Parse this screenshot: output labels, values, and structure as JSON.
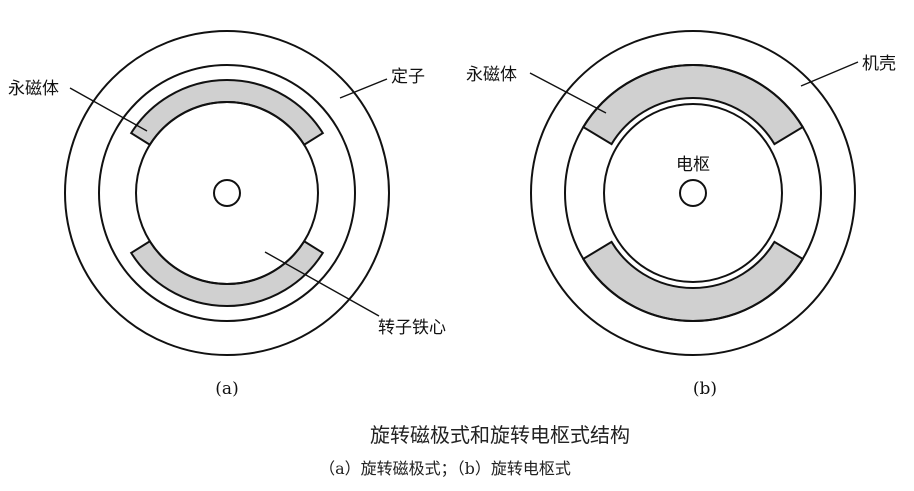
{
  "figure_a": {
    "label_magnet": "永磁体",
    "label_stator": "定子",
    "label_rotor_core": "转子铁心",
    "sublabel": "(a)"
  },
  "figure_b": {
    "label_magnet": "永磁体",
    "label_housing": "机壳",
    "label_armature": "电枢",
    "sublabel": "(b)"
  },
  "caption": {
    "title": "旋转磁极式和旋转电枢式结构",
    "subtitle": "（a）旋转磁极式；（b）旋转电枢式"
  },
  "colors": {
    "magnet_fill": "#d0d0d0",
    "stroke": "#111111"
  }
}
